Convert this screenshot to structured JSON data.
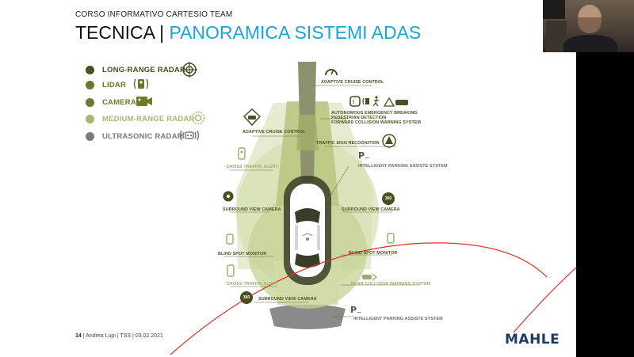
{
  "header": {
    "subtitle": "CORSO INFORMATIVO CARTESIO TEAM",
    "title_main": "TECNICA |",
    "title_highlight": "PANORAMICA SISTEMI ADAS"
  },
  "legend": [
    {
      "label": "LONG-RANGE RADAR",
      "color": "#4b4f1f",
      "icon": "radar-target-icon"
    },
    {
      "label": "LIDAR",
      "color": "#6f7630",
      "icon": "lidar-icon"
    },
    {
      "label": "CAMERA",
      "color": "#6c7a2a",
      "icon": "camera-icon"
    },
    {
      "label": "MEDIUM-RANGE RADAR",
      "color": "#a8b870",
      "icon": "medium-radar-icon"
    },
    {
      "label": "ULTRASONIC RADAR",
      "color": "#7b7b7b",
      "icon": "ultrasonic-icon"
    }
  ],
  "labels": {
    "acc_front": "ADAPTIVE CRUISE CONTROL",
    "aeb1": "AUTONOMOUS EMERGENCY BREAKING",
    "aeb2": "PEDESTRIAN DETECTION",
    "aeb3": "FORWARD COLLISION WARNING SYSTEM",
    "acc_left": "ADAPTIVE CRUISE CONTROL",
    "traffic_sign": "TRAFFIC SIGN RECOGNITION",
    "cross_front": "CROSS TRAFFIC ALERT",
    "park_front": "INTELLIGENT PARKING ASSISTE  SYSTEM",
    "surround_left": "SURROUND VIEW CAMERA",
    "surround_right": "SURROUND VIEW CAMERA",
    "blind_left": "BLIND SPOT MONITOR",
    "blind_right": "BLIND SPOT MONITOR",
    "cross_rear": "CROSS TRAFFIC ALERT",
    "rear_collision": "REAR COLLISION WARNING SYSTEM",
    "surround_rear": "SURROUND VIEW CAMERA",
    "park_rear": "INTELLIGENT PARKING ASSISTE  SYSTEM",
    "badge_360": "360"
  },
  "footer": {
    "page": "14",
    "text": "| Andrea Lupi | TSS | 03.02.2021"
  },
  "brand": "MAHLE",
  "colors": {
    "accent": "#1aa3dd",
    "annotation": "#e0312a",
    "dark_olive": "#4b4f1f",
    "light_olive": "#c9d39c"
  }
}
